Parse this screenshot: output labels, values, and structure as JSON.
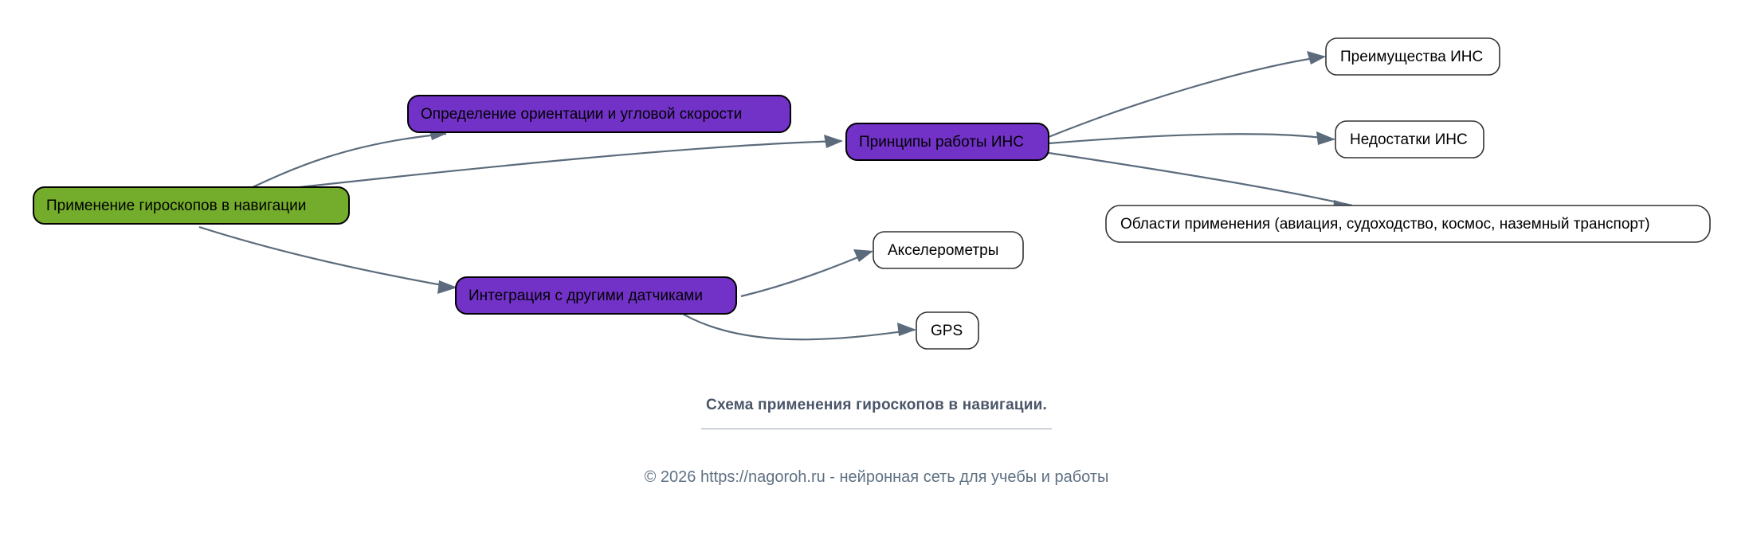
{
  "diagram": {
    "type": "mindmap",
    "caption": "Схема применения гироскопов в навигации.",
    "footer": "© 2026 https://nagoroh.ru - нейронная сеть для учебы и работы",
    "colors": {
      "root_fill": "#74ad2c",
      "branch_fill": "#7232c8",
      "leaf_fill": "#ffffff",
      "node_border": "#000000",
      "leaf_border": "#333333",
      "edge": "#5b6b7c",
      "caption": "#4a5568",
      "footer": "#5f7183",
      "background": "#ffffff"
    },
    "nodes": [
      {
        "id": "root",
        "label": "Применение гироскопов в навигации",
        "level": "root"
      },
      {
        "id": "orientation",
        "label": "Определение ориентации и угловой скорости",
        "level": "branch"
      },
      {
        "id": "ins",
        "label": "Принципы работы ИНС",
        "level": "branch"
      },
      {
        "id": "integration",
        "label": "Интеграция с другими датчиками",
        "level": "branch"
      },
      {
        "id": "advantages",
        "label": "Преимущества ИНС",
        "level": "leaf"
      },
      {
        "id": "disadvantages",
        "label": "Недостатки ИНС",
        "level": "leaf"
      },
      {
        "id": "applications",
        "label": "Области применения (авиация, судоходство, космос, наземный транспорт)",
        "level": "leaf"
      },
      {
        "id": "accelerometers",
        "label": "Акселерометры",
        "level": "leaf"
      },
      {
        "id": "gps",
        "label": "GPS",
        "level": "leaf"
      }
    ],
    "edges": [
      {
        "from": "root",
        "to": "orientation"
      },
      {
        "from": "root",
        "to": "ins"
      },
      {
        "from": "root",
        "to": "integration"
      },
      {
        "from": "ins",
        "to": "advantages"
      },
      {
        "from": "ins",
        "to": "disadvantages"
      },
      {
        "from": "ins",
        "to": "applications"
      },
      {
        "from": "integration",
        "to": "accelerometers"
      },
      {
        "from": "integration",
        "to": "gps"
      }
    ]
  }
}
